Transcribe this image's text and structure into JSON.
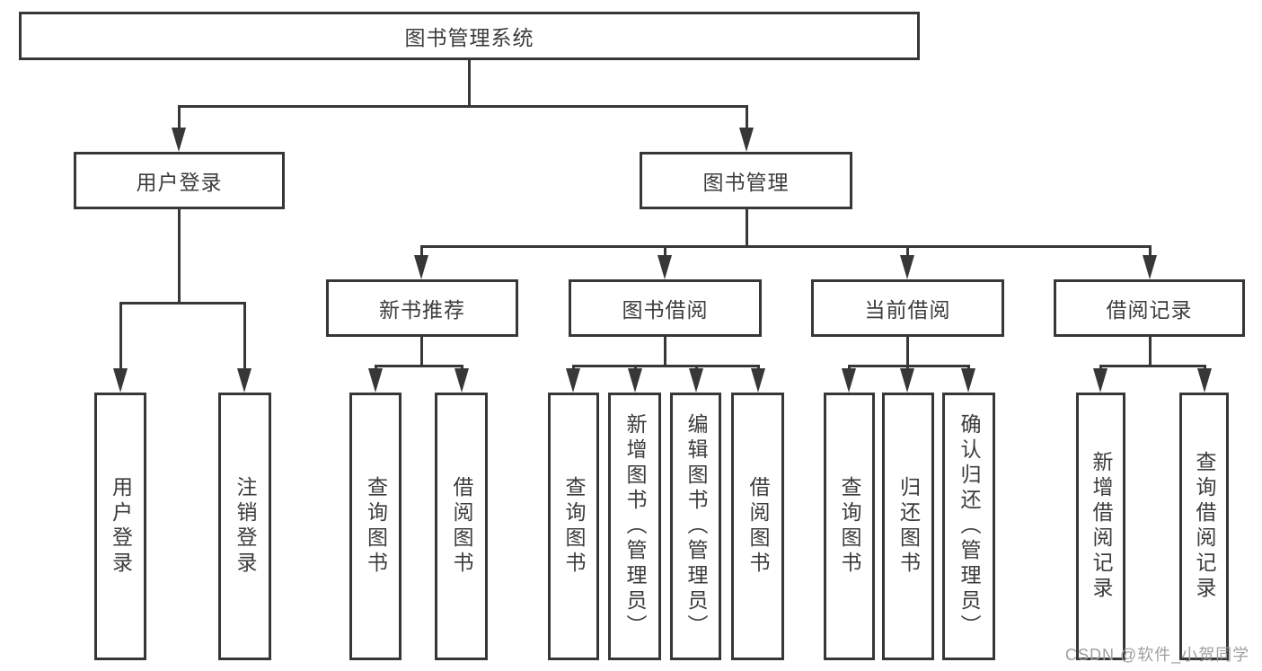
{
  "tree": {
    "label": "图书管理系统",
    "children": [
      {
        "label": "用户登录",
        "children": [
          {
            "label": "用户登录"
          },
          {
            "label": "注销登录"
          }
        ]
      },
      {
        "label": "图书管理",
        "children": [
          {
            "label": "新书推荐",
            "children": [
              {
                "label": "查询图书"
              },
              {
                "label": "借阅图书"
              }
            ]
          },
          {
            "label": "图书借阅",
            "children": [
              {
                "label": "查询图书"
              },
              {
                "label": "新增图书（管理员）"
              },
              {
                "label": "编辑图书（管理员）"
              },
              {
                "label": "借阅图书"
              }
            ]
          },
          {
            "label": "当前借阅",
            "children": [
              {
                "label": "查询图书"
              },
              {
                "label": "归还图书"
              },
              {
                "label": "确认归还（管理员）"
              }
            ]
          },
          {
            "label": "借阅记录",
            "children": [
              {
                "label": "新增借阅记录"
              },
              {
                "label": "查询借阅记录"
              }
            ]
          }
        ]
      }
    ]
  },
  "watermark": {
    "text": "CSDN @软件_小贺同学"
  },
  "colors": {
    "line": "#373737",
    "text": "#3c3c3c",
    "watermark": "#a0a0a4",
    "bg": "#ffffff"
  }
}
